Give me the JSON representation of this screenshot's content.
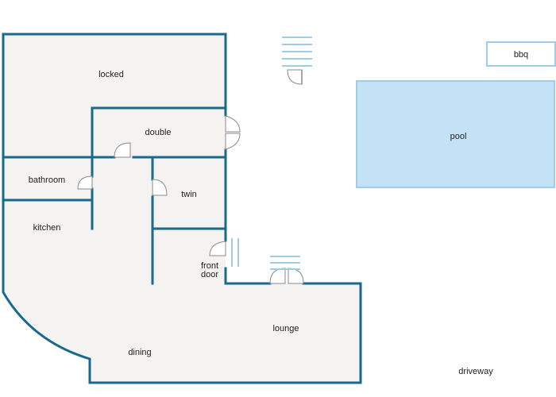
{
  "colors": {
    "wall": "#176a8e",
    "floor": "#f4f3f2",
    "pool_fill": "#c4e2f5",
    "pool_stroke": "#9fcde9",
    "door": "#8a8a8a",
    "steps": "#9fcde9",
    "label": "#222222"
  },
  "rooms": {
    "locked": "locked",
    "double": "double",
    "bathroom": "bathroom",
    "twin": "twin",
    "kitchen": "kitchen",
    "front_door_line1": "front",
    "front_door_line2": "door",
    "lounge": "lounge",
    "dining": "dining"
  },
  "outdoor": {
    "pool": "pool",
    "bbq": "bbq",
    "driveway": "driveway"
  }
}
